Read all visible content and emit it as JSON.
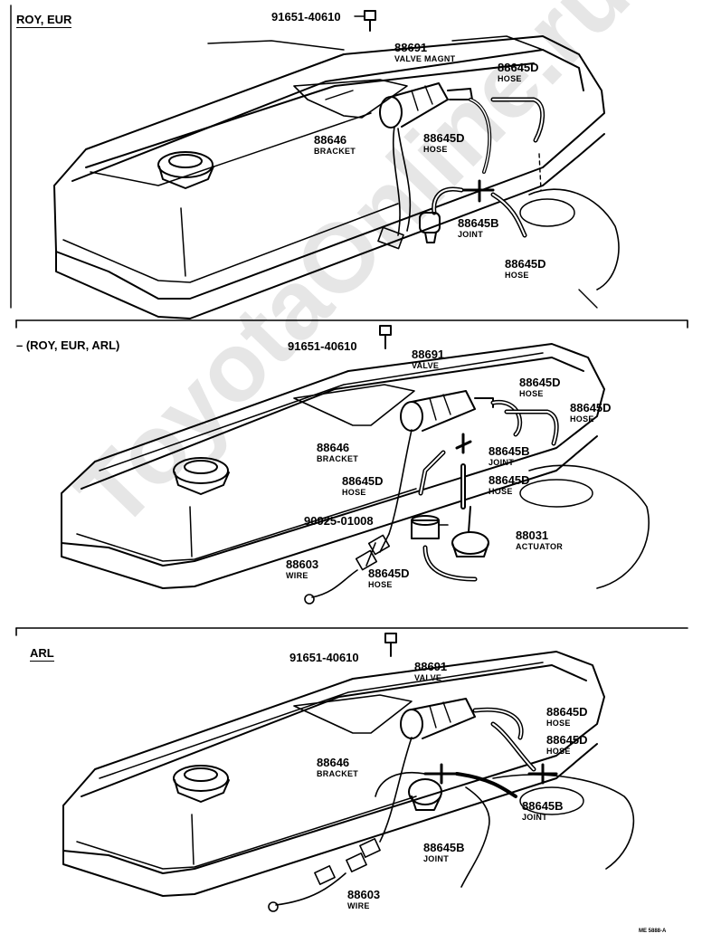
{
  "watermark": "ToyotaOnline.ru",
  "image_code": "ME 5888-A",
  "sections": [
    {
      "header": "ROY, EUR",
      "labels": [
        {
          "id": "bolt",
          "part": "91651-40610",
          "name": ""
        },
        {
          "id": "valve",
          "part": "88691",
          "name": "VALVE MAGNT"
        },
        {
          "id": "hose1",
          "part": "88645D",
          "name": "HOSE"
        },
        {
          "id": "bracket",
          "part": "88646",
          "name": "BRACKET"
        },
        {
          "id": "hose2",
          "part": "88645D",
          "name": "HOSE"
        },
        {
          "id": "joint",
          "part": "88645B",
          "name": "JOINT"
        },
        {
          "id": "hose3",
          "part": "88645D",
          "name": "HOSE"
        }
      ]
    },
    {
      "header": "– (ROY, EUR, ARL)",
      "labels": [
        {
          "id": "bolt",
          "part": "91651-40610",
          "name": ""
        },
        {
          "id": "valve",
          "part": "88691",
          "name": "VALVE"
        },
        {
          "id": "hose1",
          "part": "88645D",
          "name": "HOSE"
        },
        {
          "id": "hose2",
          "part": "88645D",
          "name": "HOSE"
        },
        {
          "id": "bracket",
          "part": "88646",
          "name": "BRACKET"
        },
        {
          "id": "joint",
          "part": "88645B",
          "name": "JOINT"
        },
        {
          "id": "hose3",
          "part": "88645D",
          "name": "HOSE"
        },
        {
          "id": "hose4",
          "part": "88645D",
          "name": "HOSE"
        },
        {
          "id": "vsv",
          "part": "90925-01008",
          "name": ""
        },
        {
          "id": "actuator",
          "part": "88031",
          "name": "ACTUATOR"
        },
        {
          "id": "wire",
          "part": "88603",
          "name": "WIRE"
        },
        {
          "id": "hose5",
          "part": "88645D",
          "name": "HOSE"
        }
      ]
    },
    {
      "header": "ARL",
      "labels": [
        {
          "id": "bolt",
          "part": "91651-40610",
          "name": ""
        },
        {
          "id": "valve",
          "part": "88691",
          "name": "VALVE"
        },
        {
          "id": "hose1",
          "part": "88645D",
          "name": "HOSE"
        },
        {
          "id": "hose2",
          "part": "88645D",
          "name": "HOSE"
        },
        {
          "id": "bracket",
          "part": "88646",
          "name": "BRACKET"
        },
        {
          "id": "joint1",
          "part": "88645B",
          "name": "JOINT"
        },
        {
          "id": "joint2",
          "part": "88645B",
          "name": "JOINT"
        },
        {
          "id": "wire",
          "part": "88603",
          "name": "WIRE"
        }
      ]
    }
  ]
}
